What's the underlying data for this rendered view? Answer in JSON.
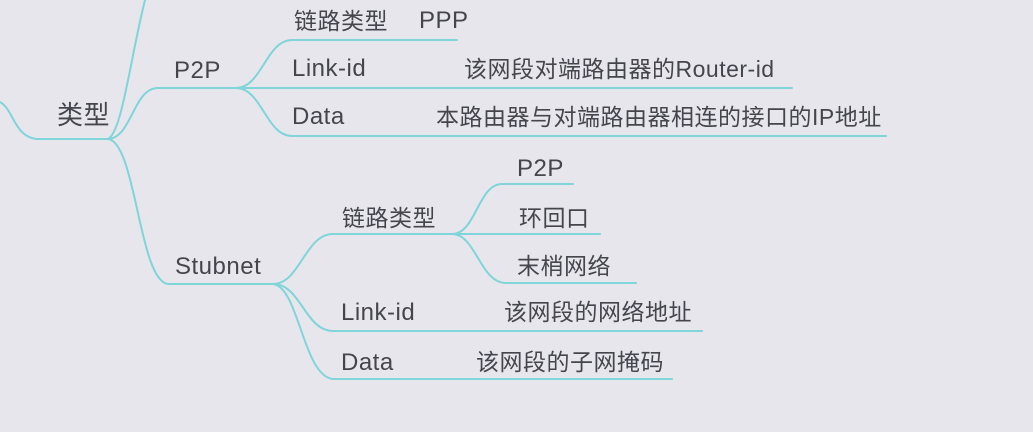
{
  "colors": {
    "background": "#e8e6ed",
    "line": "#7fd5d8",
    "text": "#45454d"
  },
  "root": {
    "label": "类型"
  },
  "branches": {
    "p2p": {
      "label": "P2P",
      "rows": [
        {
          "key": "链路类型",
          "value": "PPP"
        },
        {
          "key": "Link-id",
          "value": "该网段对端路由器的Router-id"
        },
        {
          "key": "Data",
          "value": "本路由器与对端路由器相连的接口的IP地址"
        }
      ]
    },
    "stubnet": {
      "label": "Stubnet",
      "link_type": {
        "label": "链路类型",
        "options": [
          {
            "label": "P2P"
          },
          {
            "label": "环回口"
          },
          {
            "label": "末梢网络"
          }
        ]
      },
      "link_id": {
        "key": "Link-id",
        "value": "该网段的网络地址"
      },
      "data": {
        "key": "Data",
        "value": "该网段的子网掩码"
      }
    }
  }
}
